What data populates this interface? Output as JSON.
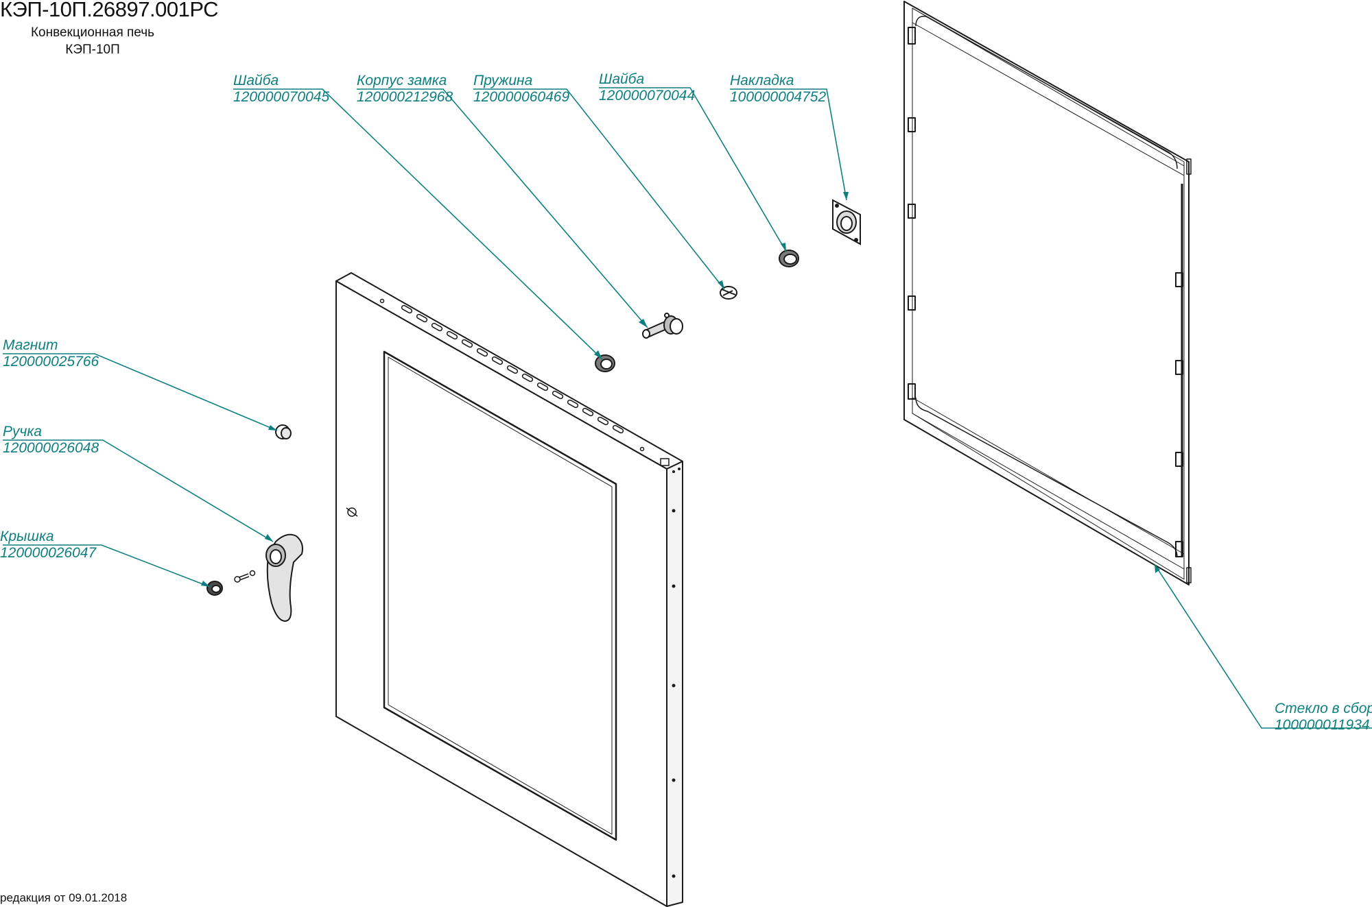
{
  "document": {
    "code": "КЭП-10П.26897.001РС",
    "subtitle_line1": "Конвекционная печь",
    "subtitle_line2": "КЭП-10П",
    "revision": "редакция от 09.01.2018"
  },
  "colors": {
    "leader": "#0e7f7f",
    "outline": "#1a1a1a",
    "panel": "#ffffff"
  },
  "callouts": [
    {
      "id": "washer-1",
      "name": "Шайба",
      "part_no": "120000070045"
    },
    {
      "id": "lock-body",
      "name": "Корпус замка",
      "part_no": "120000212968"
    },
    {
      "id": "spring",
      "name": "Пружина",
      "part_no": "120000060469"
    },
    {
      "id": "washer-2",
      "name": "Шайба",
      "part_no": "120000070044"
    },
    {
      "id": "overlay",
      "name": "Накладка",
      "part_no": "100000004752"
    },
    {
      "id": "magnet",
      "name": "Магнит",
      "part_no": "120000025766"
    },
    {
      "id": "handle",
      "name": "Ручка",
      "part_no": "120000026048"
    },
    {
      "id": "cap",
      "name": "Крышка",
      "part_no": "120000026047"
    },
    {
      "id": "glass",
      "name": "Стекло в сборе",
      "part_no": "100000011934"
    }
  ]
}
